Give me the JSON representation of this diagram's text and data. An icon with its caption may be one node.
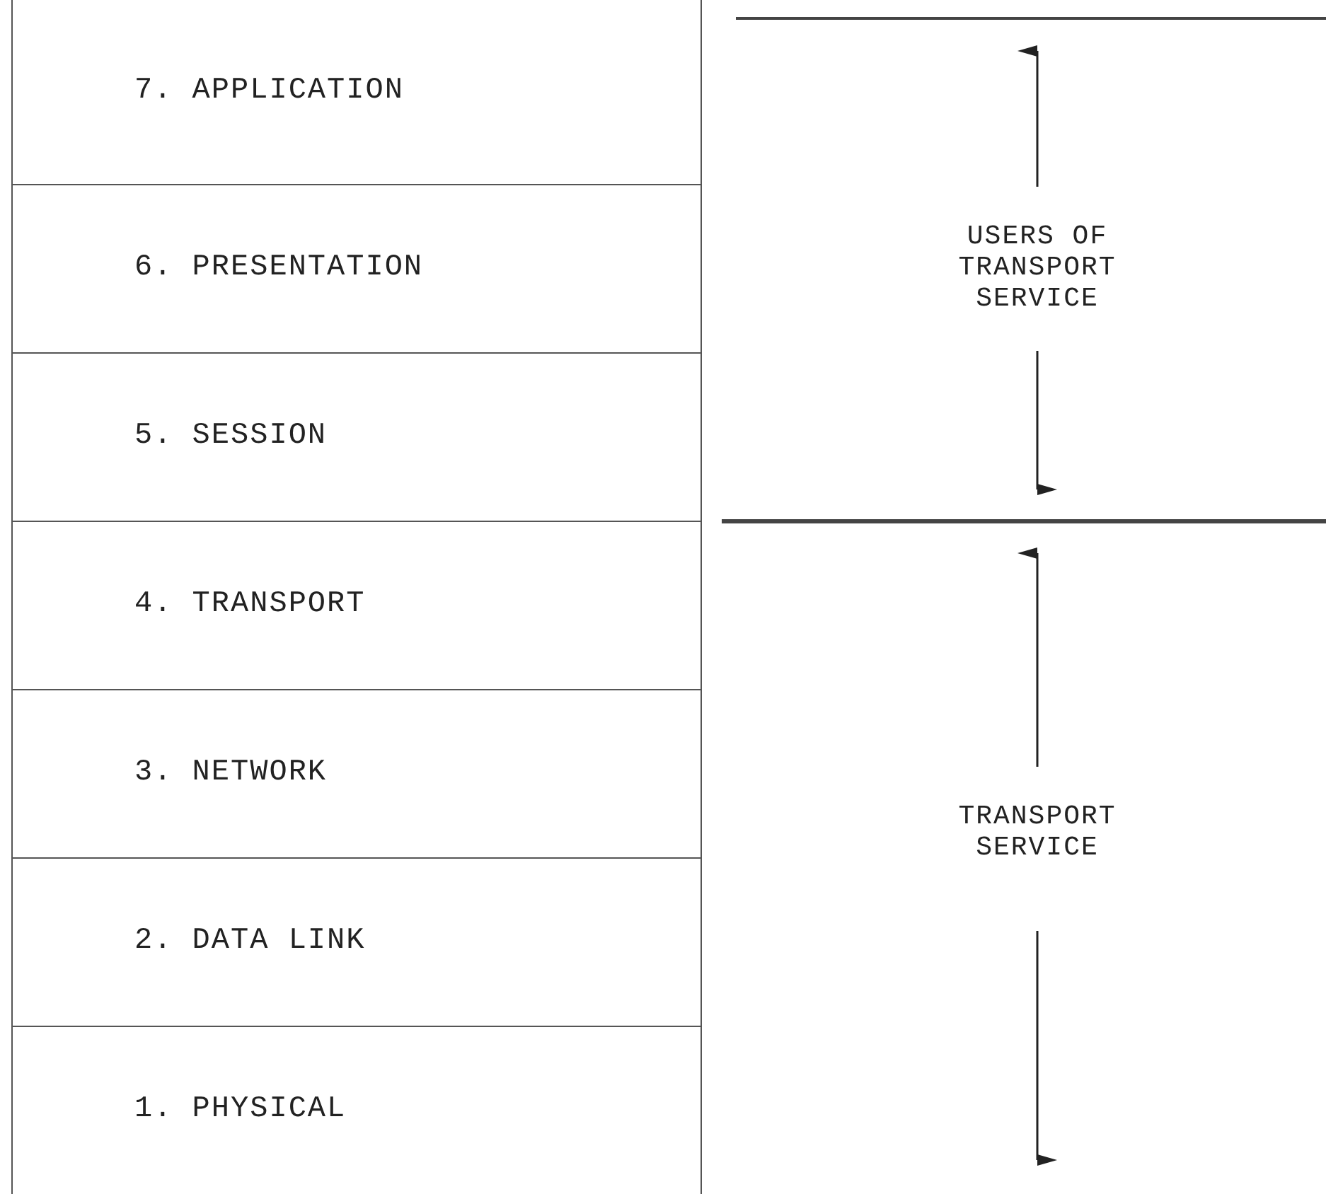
{
  "diagram": {
    "nodes": [
      {
        "text": [
          "7. APPLICATION"
        ]
      },
      {
        "text": [
          "6. PRESENTATION"
        ]
      },
      {
        "text": [
          "5. SESSION"
        ]
      },
      {
        "text": [
          "4. TRANSPORT"
        ]
      },
      {
        "text": [
          "3. NETWORK"
        ]
      },
      {
        "text": [
          "2. DATA LINK"
        ]
      },
      {
        "text": [
          "1. PHYSICAL"
        ]
      }
    ],
    "labels": [
      "USERS OF TRANSPORT SERVICE",
      "TRANSPORT SERVICE"
    ]
  }
}
